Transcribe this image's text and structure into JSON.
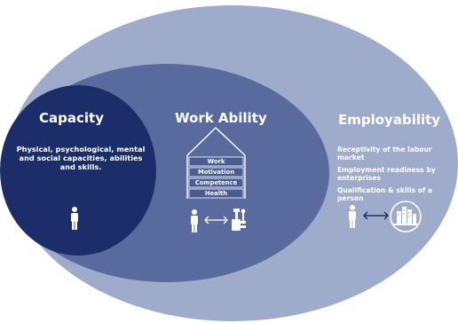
{
  "diagram": {
    "colors": {
      "employability_fill": "#9fabcb",
      "work_ability_fill": "#596b9e",
      "capacity_fill": "#1b2e6a",
      "text": "#ffffff"
    },
    "capacity": {
      "title": "Capacity",
      "description": "Physical, psychological, mental and social capacities, abilities and skills.",
      "icon": "person-icon"
    },
    "work_ability": {
      "title": "Work Ability",
      "house_floors": [
        "Work",
        "Motivation",
        "Competence",
        "Health"
      ],
      "icons": [
        "person-icon",
        "double-arrow-icon",
        "work-tools-icon"
      ]
    },
    "employability": {
      "title": "Employability",
      "items": [
        "Receptivity of the labour market",
        "Employment readiness by enterprises",
        "Qualification & skills of a person"
      ],
      "icons": [
        "person-icon",
        "double-arrow-icon",
        "city-globe-icon"
      ]
    }
  }
}
